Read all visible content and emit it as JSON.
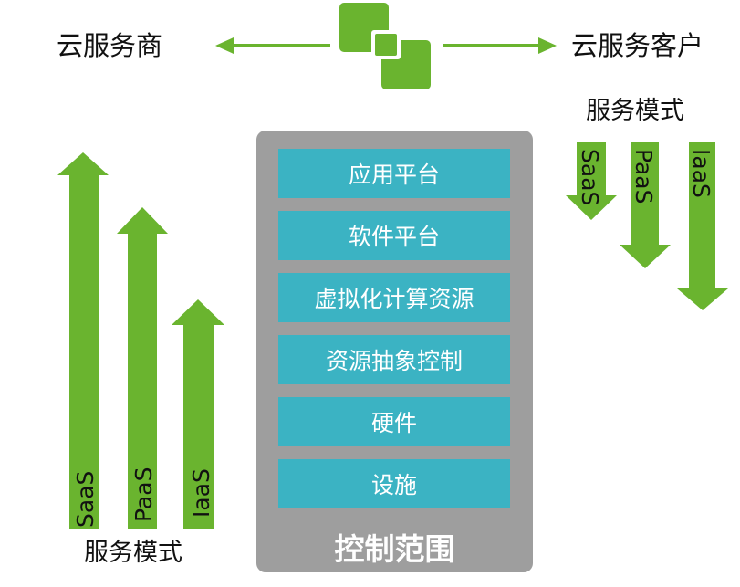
{
  "provider_label": "云服务商",
  "customer_label": "云服务客户",
  "service_model_label_right": "服务模式",
  "service_model_label_left": "服务模式",
  "control_scope_label": "控制范围",
  "layers": [
    "应用平台",
    "软件平台",
    "虚拟化计算资源",
    "资源抽象控制",
    "硬件",
    "设施"
  ],
  "left_arrows": [
    "SaaS",
    "PaaS",
    "IaaS"
  ],
  "right_arrows": [
    "SaaS",
    "PaaS",
    "IaaS"
  ],
  "colors": {
    "arrow_green": "#6ab42f",
    "layer_teal": "#3bb3c3",
    "panel_gray": "#9e9e9e"
  },
  "icons": {
    "center_logo": "connected-squares-logo"
  }
}
